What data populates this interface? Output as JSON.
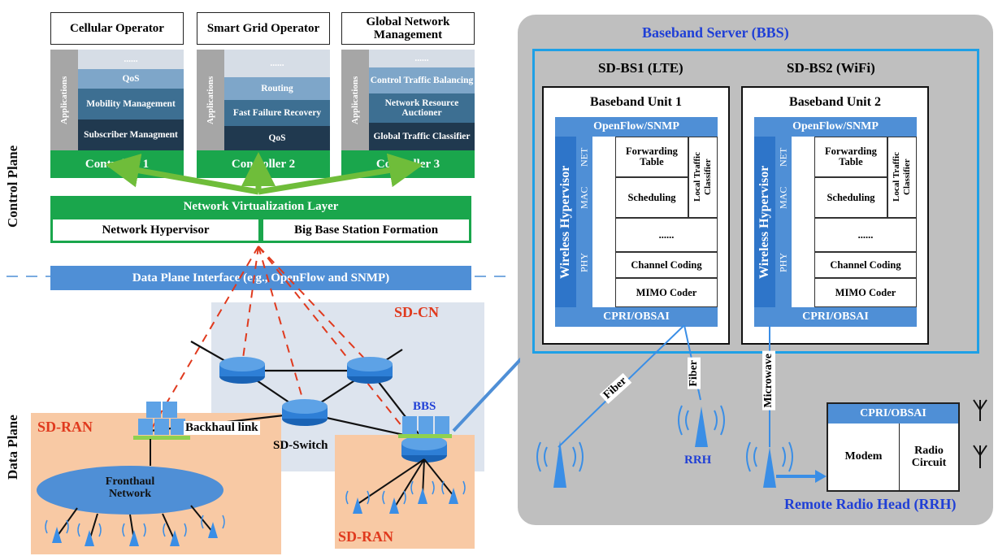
{
  "side_labels": {
    "control": "Control Plane",
    "data": "Data Plane"
  },
  "operators": [
    {
      "title": "Cellular Operator",
      "apps_label": "Applications",
      "rows": [
        "......",
        "QoS",
        "Mobility Management",
        "Subscriber Managment"
      ],
      "controller": "Controller 1"
    },
    {
      "title": "Smart Grid Operator",
      "apps_label": "Applications",
      "rows": [
        "......",
        "Routing",
        "Fast Failure Recovery",
        "QoS"
      ],
      "controller": "Controller 2"
    },
    {
      "title": "Global Network Management",
      "apps_label": "Applications",
      "rows": [
        "......",
        "Control Traffic Balancing",
        "Network Resource Auctioner",
        "Global Traffic Classifier"
      ],
      "controller": "Controller 3"
    }
  ],
  "nvl": {
    "title": "Network Virtualization Layer",
    "left": "Network Hypervisor",
    "right": "Big Base Station Formation"
  },
  "dpi": "Data Plane Interface (e.g., OpenFlow and SNMP)",
  "network": {
    "sdcn": "SD-CN",
    "sdran_left": "SD-RAN",
    "sdran_right": "SD-RAN",
    "bbs": "BBS",
    "backhaul": "Backhaul link",
    "switch": "SD-Switch",
    "fronthaul": "Fronthaul Network"
  },
  "bbs_server": {
    "title": "Baseband Server (BBS)",
    "bs1": "SD-BS1 (LTE)",
    "bs2": "SD-BS2 (WiFi)",
    "units": [
      {
        "title": "Baseband Unit 1",
        "openflow": "OpenFlow/SNMP",
        "hypervisor": "Wireless Hypervisor",
        "net": "NET",
        "mac": "MAC",
        "phy": "PHY",
        "fwd": "Forwarding Table",
        "sched": "Scheduling",
        "ltc": "Local Traffic Classifier",
        "dots": "......",
        "coding": "Channel Coding",
        "mimo": "MIMO Coder",
        "cpri": "CPRI/OBSAI"
      },
      {
        "title": "Baseband Unit 2",
        "openflow": "OpenFlow/SNMP",
        "hypervisor": "Wireless Hypervisor",
        "net": "NET",
        "mac": "MAC",
        "phy": "PHY",
        "fwd": "Forwarding Table",
        "sched": "Scheduling",
        "ltc": "Local Traffic Classifier",
        "dots": "......",
        "coding": "Channel Coding",
        "mimo": "MIMO Coder",
        "cpri": "CPRI/OBSAI"
      }
    ],
    "fiber1": "Fiber",
    "fiber2": "Fiber",
    "microwave": "Microwave",
    "rrh": "RRH",
    "rrh_box": {
      "cpri": "CPRI/OBSAI",
      "modem": "Modem",
      "radio": "Radio Circuit",
      "caption": "Remote Radio Head (RRH)"
    }
  },
  "colors": {
    "green": "#1aa64c",
    "blue": "#4f8fd6",
    "dark_blue": "#2e75c9",
    "label_blue": "#1f3fd6",
    "label_red": "#e03a1e",
    "orange_region": "#f8c9a4",
    "server_gray": "#c0c0c0"
  }
}
